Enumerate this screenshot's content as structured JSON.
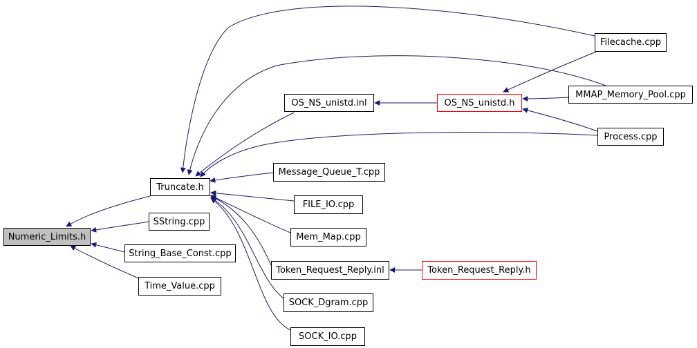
{
  "colors": {
    "edge": "#191970",
    "node_border": "#000000",
    "current_fill": "#bfbfbf",
    "highlight_border": "#ff0000"
  },
  "nodes": {
    "numeric_limits": "Numeric_Limits.h",
    "truncate": "Truncate.h",
    "sstring": "SString.cpp",
    "string_base_const": "String_Base_Const.cpp",
    "time_value": "Time_Value.cpp",
    "filecache": "Filecache.cpp",
    "os_ns_unistd_inl": "OS_NS_unistd.inl",
    "os_ns_unistd_h": "OS_NS_unistd.h",
    "mmap_memory_pool": "MMAP_Memory_Pool.cpp",
    "process": "Process.cpp",
    "message_queue_t": "Message_Queue_T.cpp",
    "file_io": "FILE_IO.cpp",
    "mem_map": "Mem_Map.cpp",
    "token_request_reply_inl": "Token_Request_Reply.inl",
    "token_request_reply_h": "Token_Request_Reply.h",
    "sock_dgram": "SOCK_Dgram.cpp",
    "sock_io": "SOCK_IO.cpp"
  }
}
